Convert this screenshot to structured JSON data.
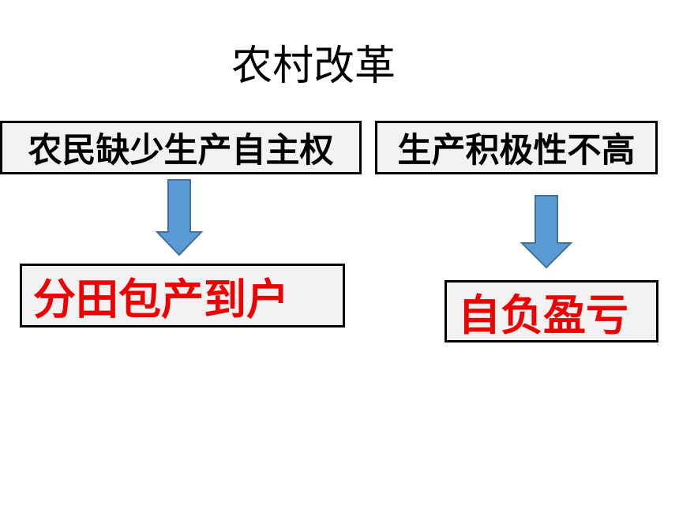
{
  "title": "农村改革",
  "left": {
    "cause": "农民缺少生产自主权",
    "result": "分田包产到户"
  },
  "right": {
    "cause": "生产积极性不高",
    "result": "自负盈亏"
  },
  "colors": {
    "arrow_fill": "#5b9bd5",
    "arrow_stroke": "#41719c",
    "result_text": "#ee0000",
    "box_fill": "#f2f2f2",
    "box_border": "#000000"
  }
}
